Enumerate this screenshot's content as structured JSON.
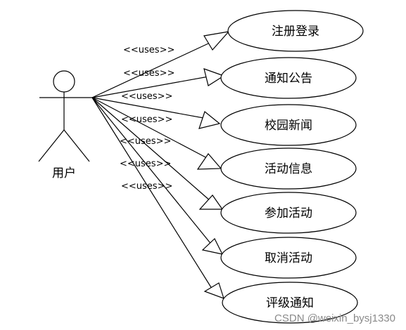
{
  "actor": {
    "label": "用户"
  },
  "use_cases": [
    {
      "label": "注册登录",
      "stereotype": "<<uses>>"
    },
    {
      "label": "通知公告",
      "stereotype": "<<uses>>"
    },
    {
      "label": "校园新闻",
      "stereotype": "<<uses>>"
    },
    {
      "label": "活动信息",
      "stereotype": "<<uses>>"
    },
    {
      "label": "参加活动",
      "stereotype": "<<uses>>"
    },
    {
      "label": "取消活动",
      "stereotype": "<<uses>>"
    },
    {
      "label": "评级通知",
      "stereotype": "<<uses>>"
    }
  ],
  "watermark": "CSDN @weixin_bysj1330"
}
